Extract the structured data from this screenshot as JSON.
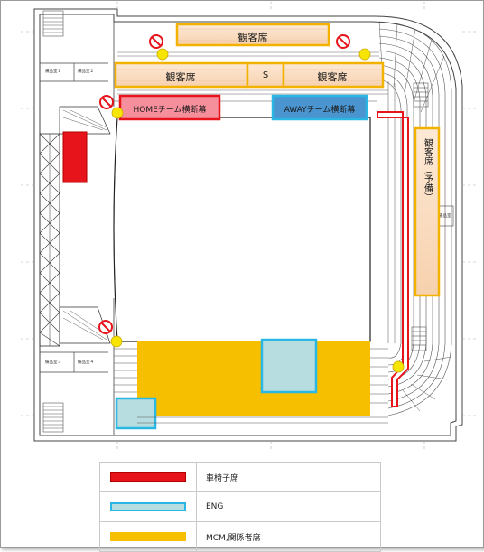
{
  "labels": {
    "seat_top": "観客席",
    "seat_left": "観客席",
    "seat_s": "S",
    "seat_right": "観客席",
    "seat_side_vertical": "観客席（予備）",
    "home_banner": "HOMEチーム横断幕",
    "away_banner": "AWAYチーム横断幕"
  },
  "small_rooms": {
    "room_top_left": "備品室１",
    "room_top_right": "備品室２",
    "room_bottom_left": "備品室３",
    "room_bottom_right": "備品室４",
    "room_right": "備品室"
  },
  "legend": {
    "items": [
      {
        "label": "車椅子席",
        "color": "#e8141c"
      },
      {
        "label": "ENG",
        "color": "#b7dde0"
      },
      {
        "label": "MCM,関係者席",
        "color": "#f6c000"
      }
    ]
  },
  "colors": {
    "seat_band_border": "#f3b100",
    "home_banner": "#f58f9b",
    "away_banner": "#4a94cf",
    "wheelchair": "#e8141c",
    "eng_fill": "#b7dde0",
    "eng_border": "#2ab7e3",
    "mcm": "#f6c000",
    "no_entry": "#e8141c",
    "marker": "#f7e400"
  }
}
